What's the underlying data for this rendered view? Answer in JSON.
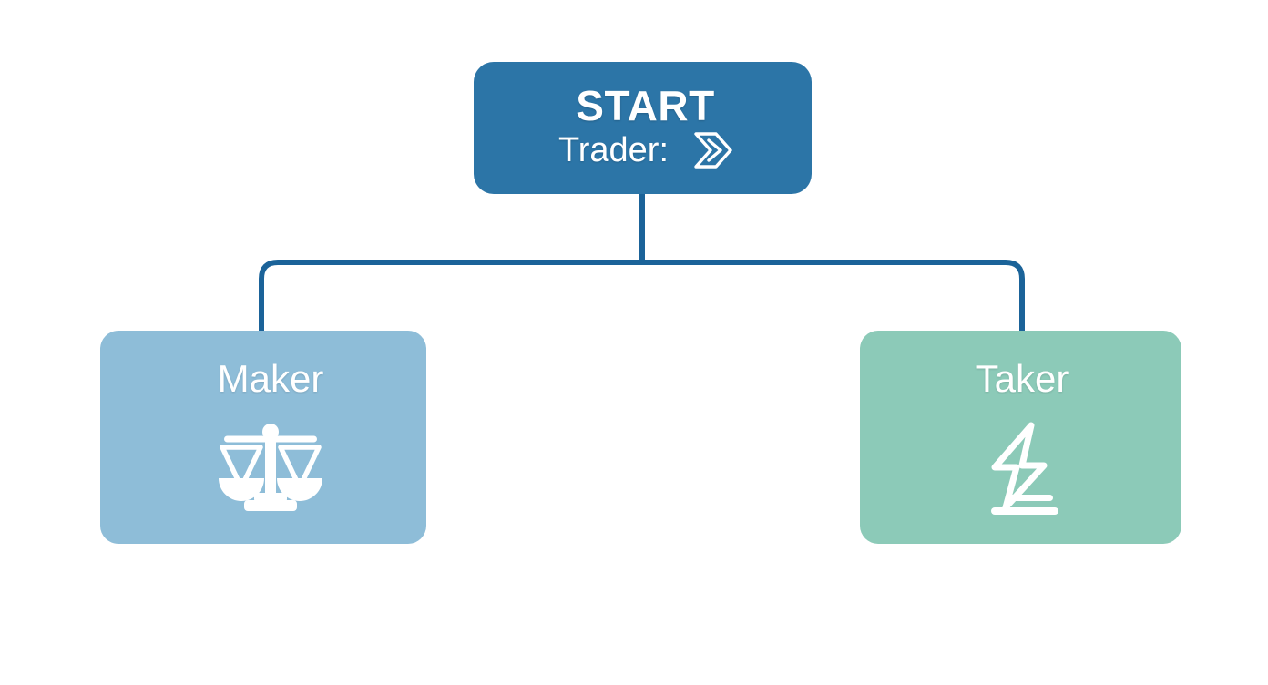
{
  "diagram": {
    "type": "flowchart",
    "orientation": "top-down",
    "background_color": "#FFFFFF",
    "connector_color": "#1B6399",
    "root": {
      "id": "start",
      "title": "START",
      "subtitle": "Trader:",
      "icon": "double-chevron-right-icon",
      "color": "#2C75A7",
      "text_color": "#FFFFFF"
    },
    "branches": [
      {
        "id": "maker",
        "label": "Maker",
        "icon": "balance-scale-icon",
        "color": "#8EBDD8",
        "text_color": "#FFFFFF"
      },
      {
        "id": "taker",
        "label": "Taker",
        "icon": "lightning-bolt-icon",
        "color": "#8CCAB8",
        "text_color": "#FFFFFF"
      }
    ]
  }
}
